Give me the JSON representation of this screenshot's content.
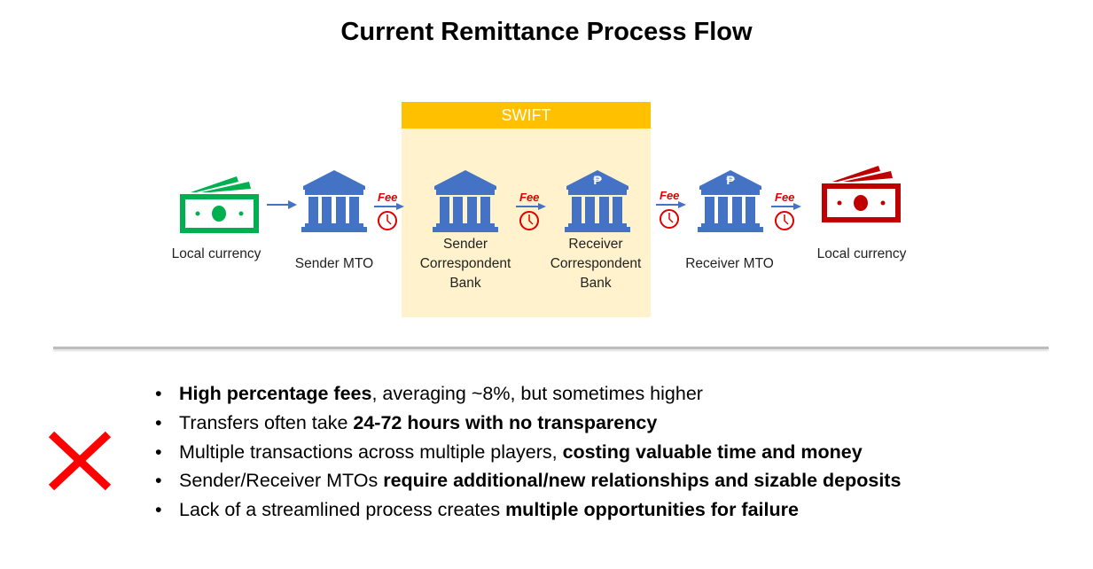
{
  "title": "Current Remittance Process Flow",
  "swift_label": "SWIFT",
  "fee_label": "Fee",
  "nodes": {
    "local_currency_sender": "Local currency",
    "sender_mto": "Sender MTO",
    "sender_bank": "Sender Correspondent Bank",
    "receiver_bank": "Receiver Correspondent Bank",
    "receiver_mto": "Receiver MTO",
    "local_currency_receiver": "Local currency"
  },
  "bullets": [
    {
      "pre": "",
      "bold": "High percentage fees",
      "post": ", averaging ~8%, but sometimes higher"
    },
    {
      "pre": "Transfers often take ",
      "bold": "24-72 hours with no transparency",
      "post": ""
    },
    {
      "pre": "Multiple transactions across multiple players, ",
      "bold": "costing valuable time and money",
      "post": ""
    },
    {
      "pre": "Sender/Receiver MTOs ",
      "bold": "require additional/new relationships and sizable deposits",
      "post": ""
    },
    {
      "pre": "Lack of a streamlined process creates ",
      "bold": "multiple opportunities for failure",
      "post": ""
    }
  ],
  "colors": {
    "bank": "#4472C4",
    "sender_money": "#00B050",
    "receiver_money": "#C00000",
    "swift_header": "#FFC000",
    "swift_body": "#FFF2CC",
    "fee": "#E00000"
  }
}
